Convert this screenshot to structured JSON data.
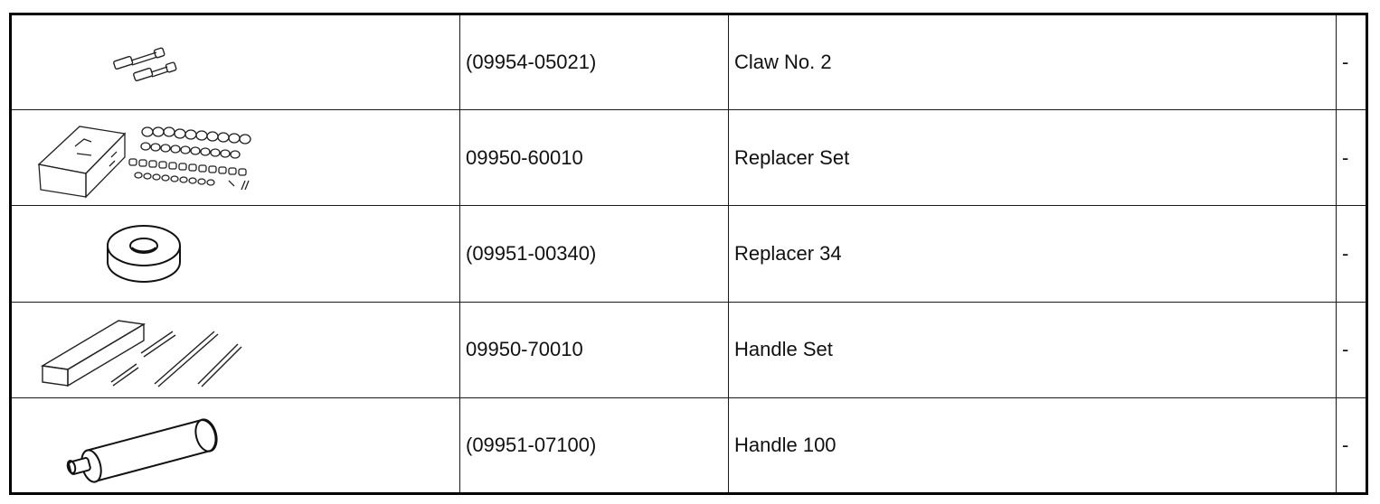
{
  "tools": [
    {
      "icon": "claw-bolts-icon",
      "part_number": "(09954-05021)",
      "name": "Claw No. 2",
      "note": "-"
    },
    {
      "icon": "replacer-set-case-icon",
      "part_number": "09950-60010",
      "name": "Replacer Set",
      "note": "-"
    },
    {
      "icon": "ring-replacer-icon",
      "part_number": "(09951-00340)",
      "name": "Replacer 34",
      "note": "-"
    },
    {
      "icon": "handle-set-case-icon",
      "part_number": "09950-70010",
      "name": "Handle Set",
      "note": "-"
    },
    {
      "icon": "cylinder-handle-icon",
      "part_number": "(09951-07100)",
      "name": "Handle 100",
      "note": "-"
    }
  ]
}
